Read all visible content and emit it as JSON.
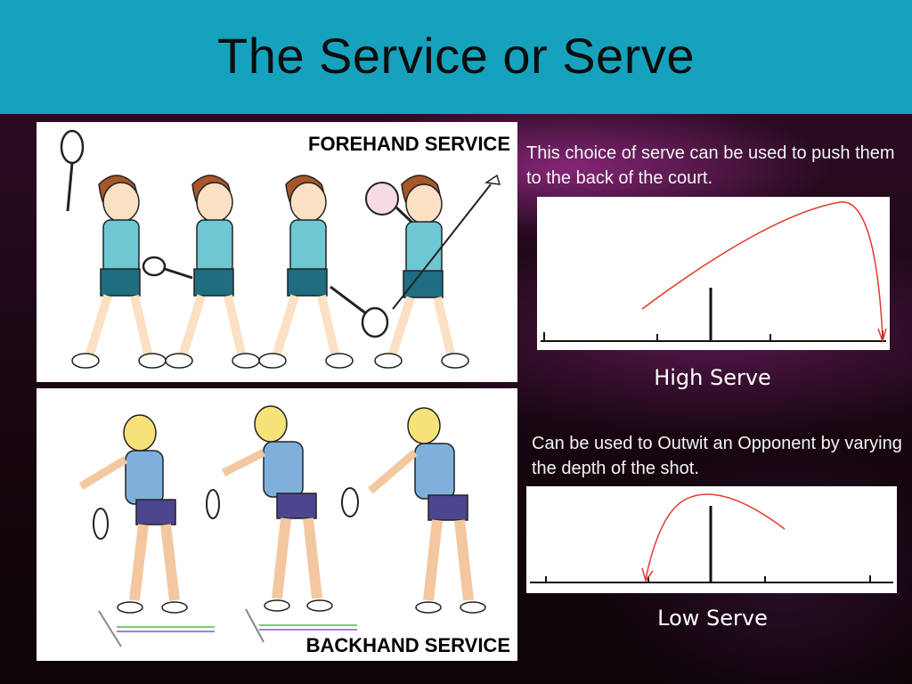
{
  "slide": {
    "title": "The Service or Serve",
    "colors": {
      "title_bar": "#16a2bd",
      "arc": "#e23a2a"
    }
  },
  "forehand": {
    "label": "FOREHAND SERVICE"
  },
  "backhand": {
    "label": "BACKHAND SERVICE"
  },
  "high_serve": {
    "caption": "This choice of serve can be used to push them to the back of the court.",
    "label": "High Serve"
  },
  "low_serve": {
    "caption": "Can be used to Outwit an Opponent by varying the depth of the shot.",
    "label": "Low Serve"
  }
}
